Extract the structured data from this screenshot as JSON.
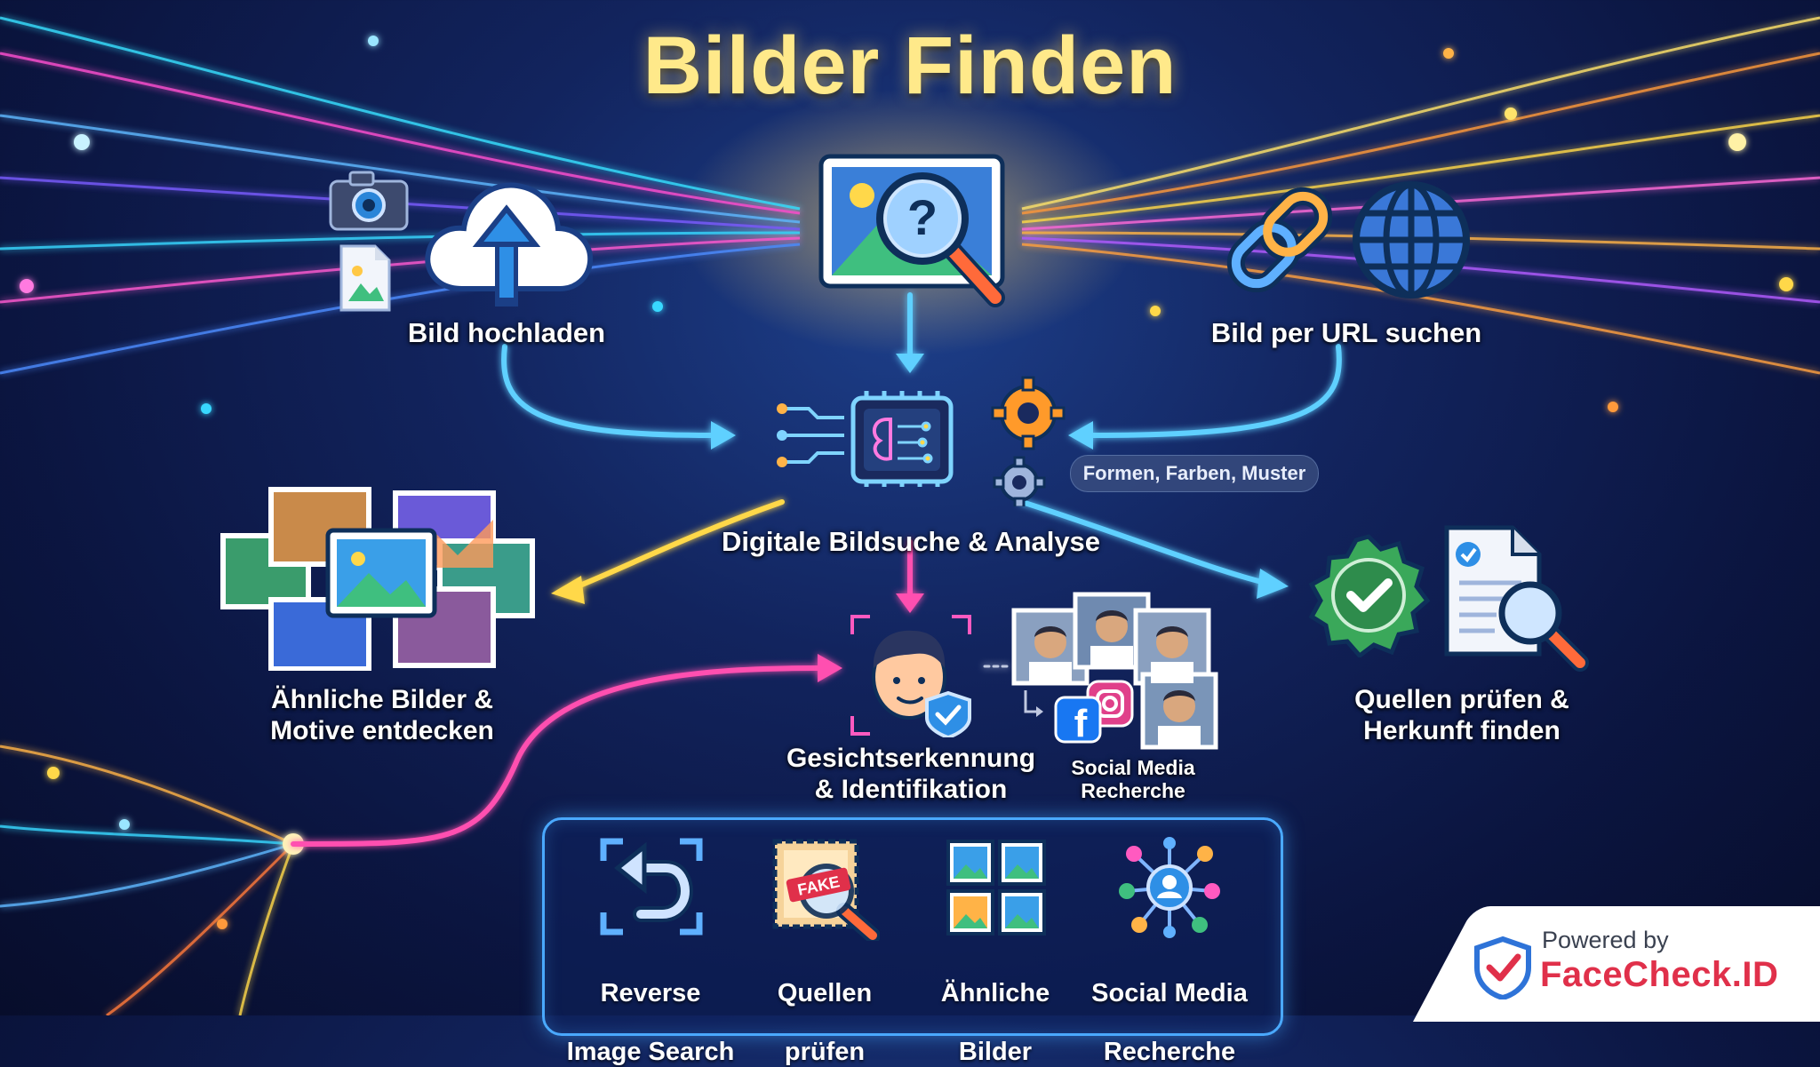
{
  "title": "Bilder Finden",
  "nodes": {
    "upload": {
      "label": "Bild hochladen"
    },
    "url": {
      "label": "Bild per URL suchen"
    },
    "analysis": {
      "label": "Digitale Bildsuche & Analyse",
      "chip": "Formen, Farben, Muster"
    },
    "similar": {
      "line1": "Ähnliche Bilder &",
      "line2": "Motive entdecken"
    },
    "sources": {
      "line1": "Quellen prüfen &",
      "line2": "Herkunft finden"
    },
    "face": {
      "line1": "Gesichtserkennung",
      "line2": "& Identifikation"
    },
    "social": {
      "line1": "Social Media",
      "line2": "Recherche"
    }
  },
  "bottom_panel": {
    "items": [
      {
        "line1": "Reverse",
        "line2": "Image Search",
        "icon": "reverse-arrow-icon"
      },
      {
        "line1": "Quellen",
        "line2": "prüfen",
        "icon": "fake-stamp-icon",
        "badge": "FAKE"
      },
      {
        "line1": "Ähnliche",
        "line2": "Bilder",
        "icon": "image-grid-icon"
      },
      {
        "line1": "Social Media",
        "line2": "Recherche",
        "icon": "network-icon"
      }
    ]
  },
  "branding": {
    "powered_by": "Powered by",
    "brand": "FaceCheck.ID",
    "brand_color": "#e0304a"
  },
  "colors": {
    "title": "#ffe98a",
    "arrow_blue": "#5fd0ff",
    "arrow_yellow": "#ffd84a",
    "arrow_pink": "#ff4fb0",
    "panel_border": "#4aa9ff"
  }
}
